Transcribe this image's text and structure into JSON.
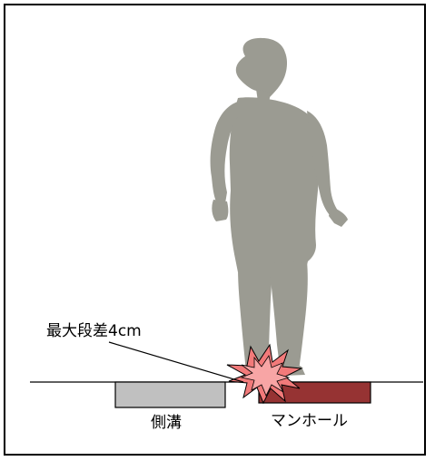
{
  "labels": {
    "max_step": "最大段差4cm",
    "side_gutter": "側溝",
    "manhole": "マンホール"
  },
  "colors": {
    "person": "#9b9b92",
    "gutter_fill": "#c0c0c0",
    "manhole_fill": "#963333",
    "impact_fill": "#f06060",
    "impact_fill_light": "#f8a0a0"
  }
}
